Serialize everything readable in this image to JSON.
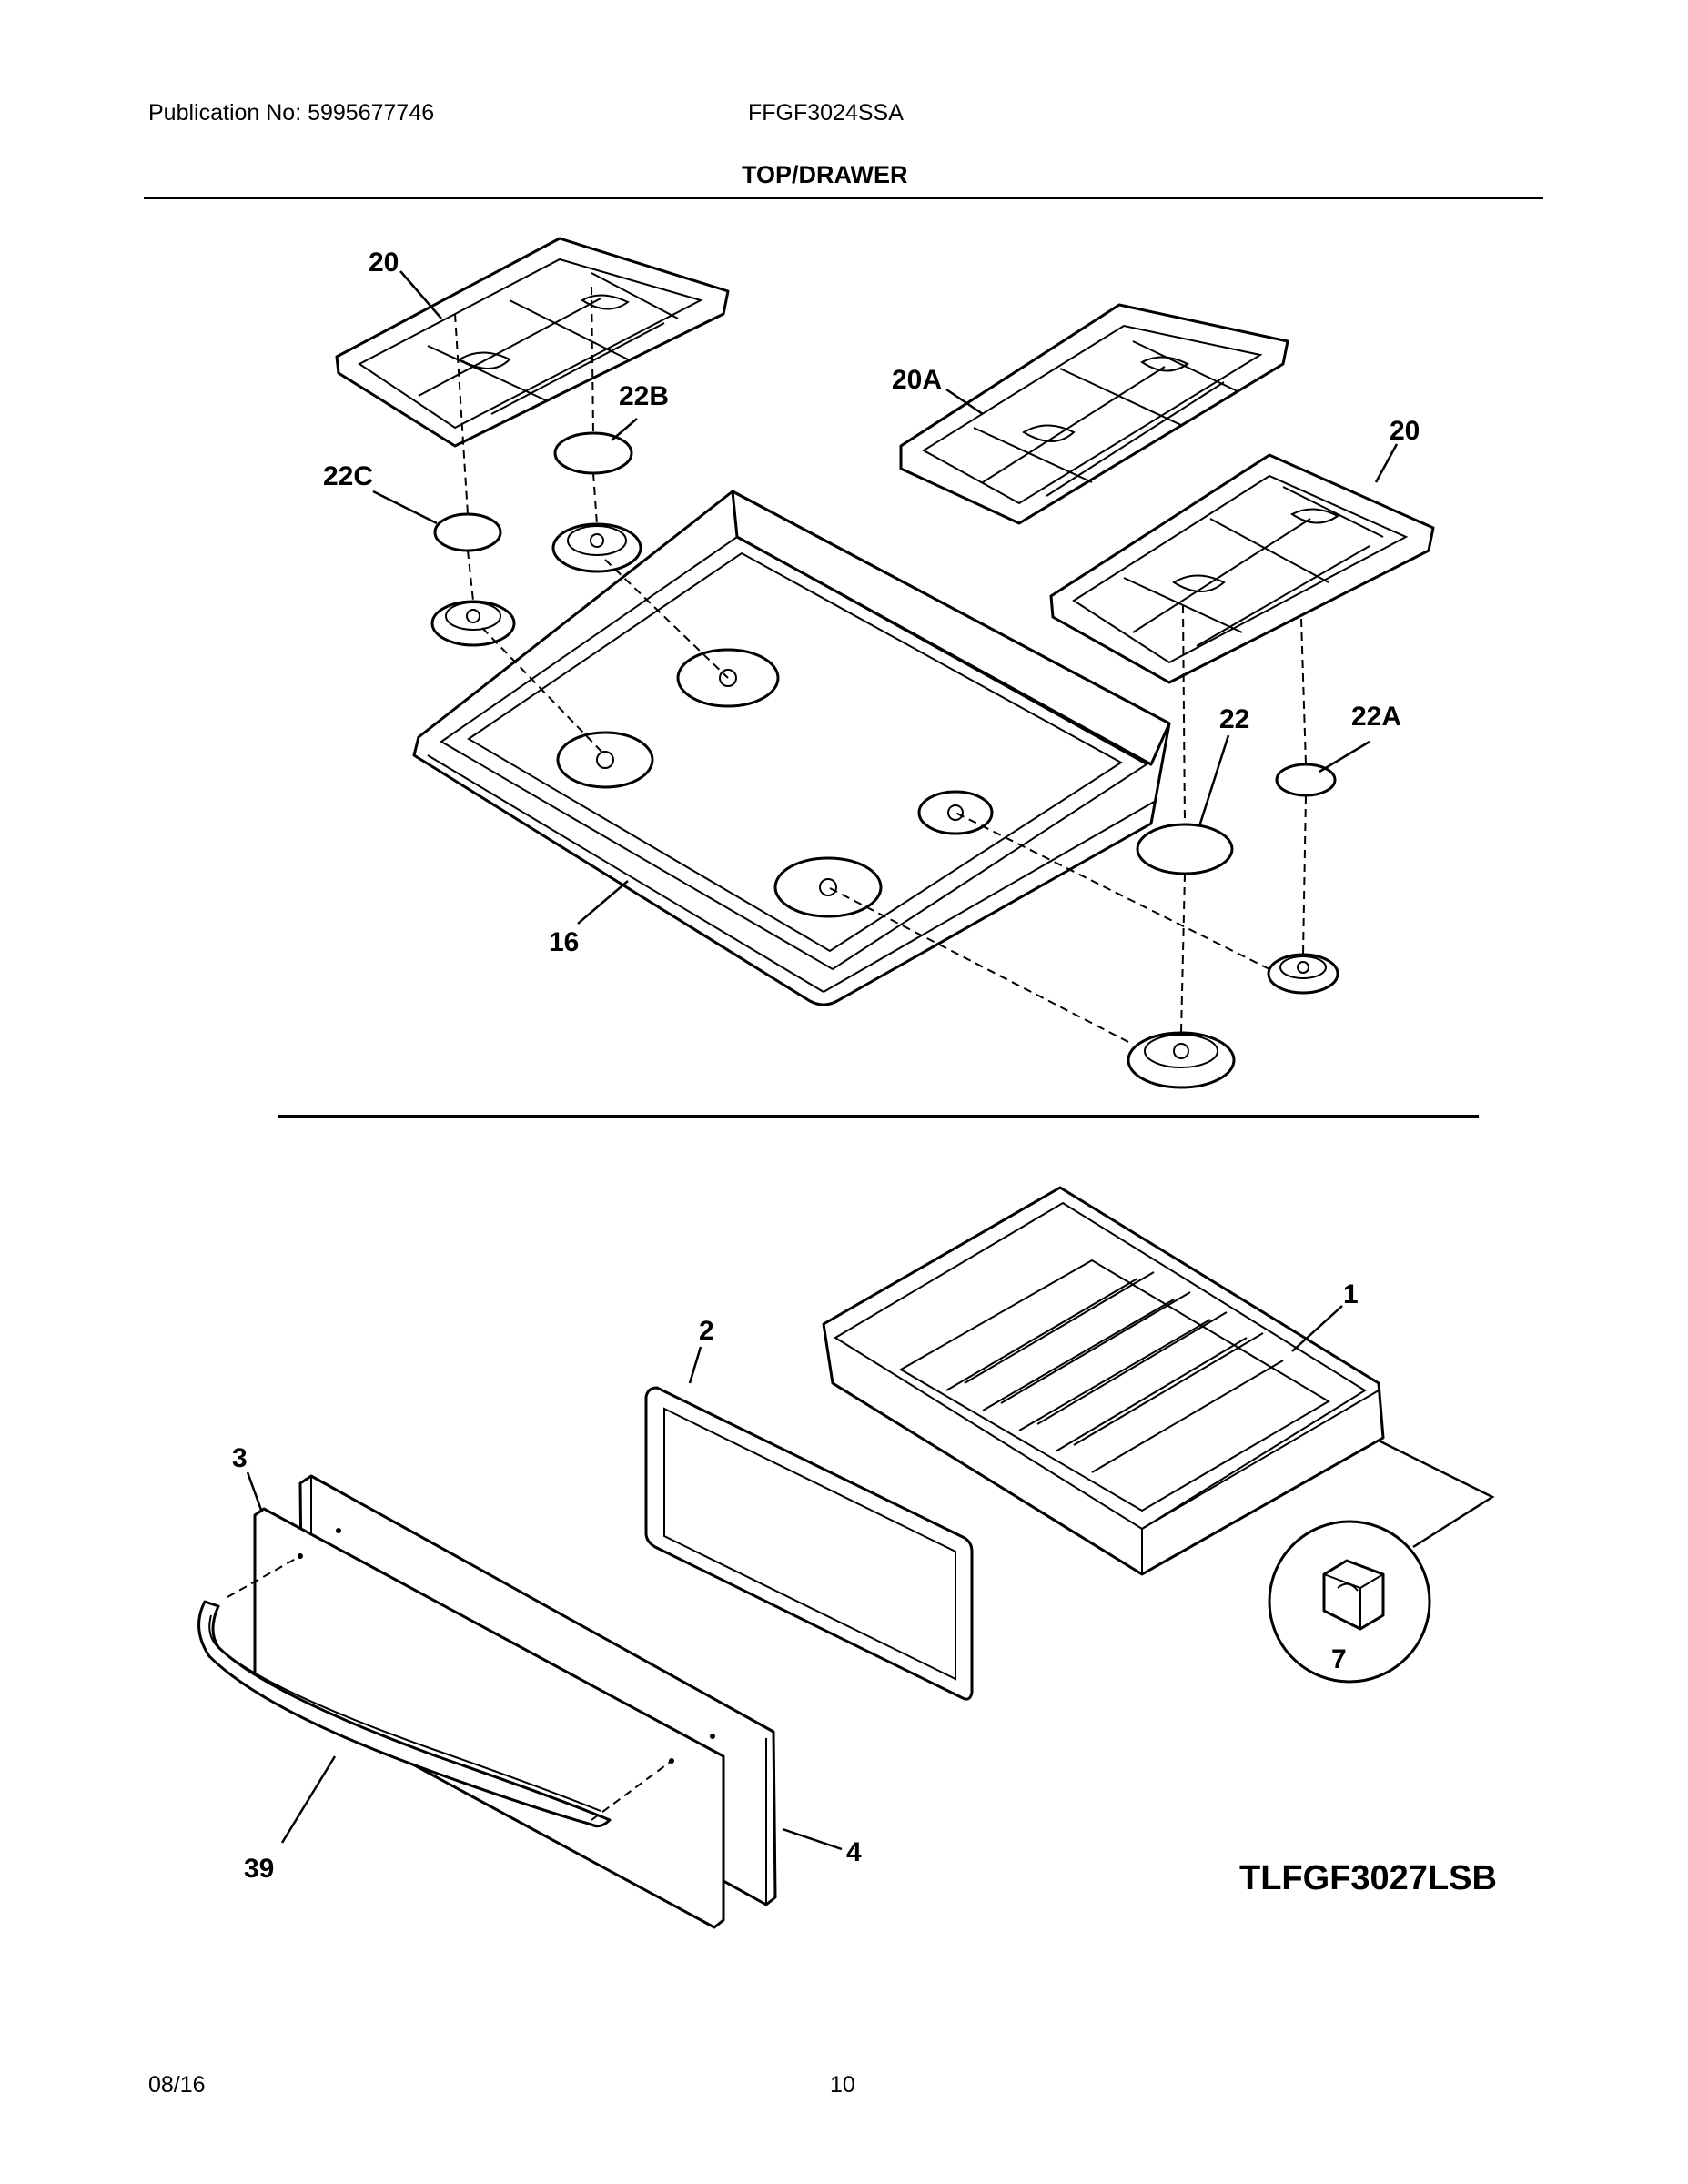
{
  "header": {
    "publication": "Publication No: 5995677746",
    "model": "FFGF3024SSA",
    "section_title": "TOP/DRAWER"
  },
  "callouts": {
    "grate_left": "20",
    "grate_right": "20",
    "grate_center": "20A",
    "cap_22": "22",
    "cap_22a": "22A",
    "cap_22b": "22B",
    "cap_22c": "22C",
    "maintop": "16",
    "drawer_body": "1",
    "drawer_liner": "2",
    "drawer_panel": "3",
    "drawer_front": "4",
    "clip": "7",
    "handle": "39"
  },
  "model_label": "TLFGF3027LSB",
  "footer": {
    "date": "08/16",
    "page": "10"
  }
}
